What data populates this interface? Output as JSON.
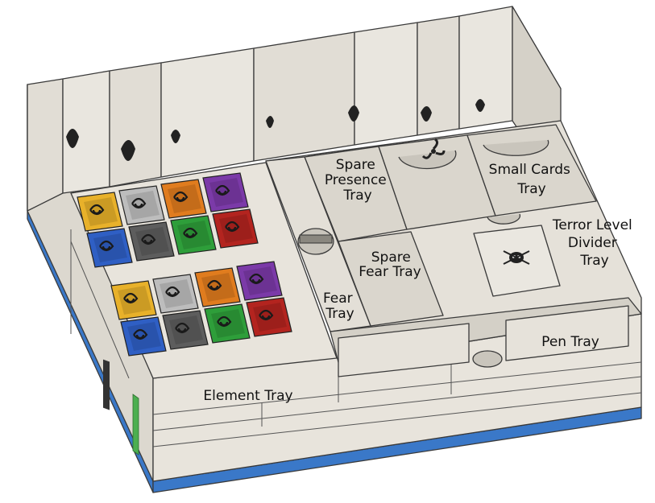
{
  "labels": {
    "spare_presence": [
      "Spare",
      "Presence",
      "Tray"
    ],
    "small_cards": [
      "Small Cards",
      "Tray"
    ],
    "terror_level": [
      "Terror Level",
      "Divider",
      "Tray"
    ],
    "spare_fear": [
      "Spare",
      "Fear Tray"
    ],
    "fear": [
      "Fear",
      "Tray"
    ],
    "pen": "Pen Tray",
    "element": "Element Tray"
  },
  "colors": {
    "box_top": "#e8e4dc",
    "box_side": "#d9d5cc",
    "box_shadow": "#c9c5bc",
    "divider": "#dcd8cf",
    "base_blue": "#3a78c8",
    "accent_green": "#4caf50",
    "element_rows": [
      [
        "#e8b12a",
        "#bdbdbd",
        "#e07c1e",
        "#7b3aa8"
      ],
      [
        "#2f5fc4",
        "#5d5d5d",
        "#2e9e3a",
        "#b3241f"
      ],
      [
        "#e8b12a",
        "#bdbdbd",
        "#e07c1e",
        "#7b3aa8"
      ],
      [
        "#2f5fc4",
        "#5d5d5d",
        "#2e9e3a",
        "#b3241f"
      ]
    ]
  },
  "icons": {
    "element_rows": [
      [
        "sun-icon",
        "moon-icon",
        "fire-icon",
        "air-icon"
      ],
      [
        "water-icon",
        "earth-icon",
        "plant-icon",
        "animal-icon"
      ],
      [
        "sun-icon",
        "moon-icon",
        "fire-icon",
        "air-icon"
      ],
      [
        "water-icon",
        "earth-icon",
        "plant-icon",
        "animal-icon"
      ]
    ],
    "small_cards": "triskelion-icon",
    "terror": "skull-icon"
  }
}
